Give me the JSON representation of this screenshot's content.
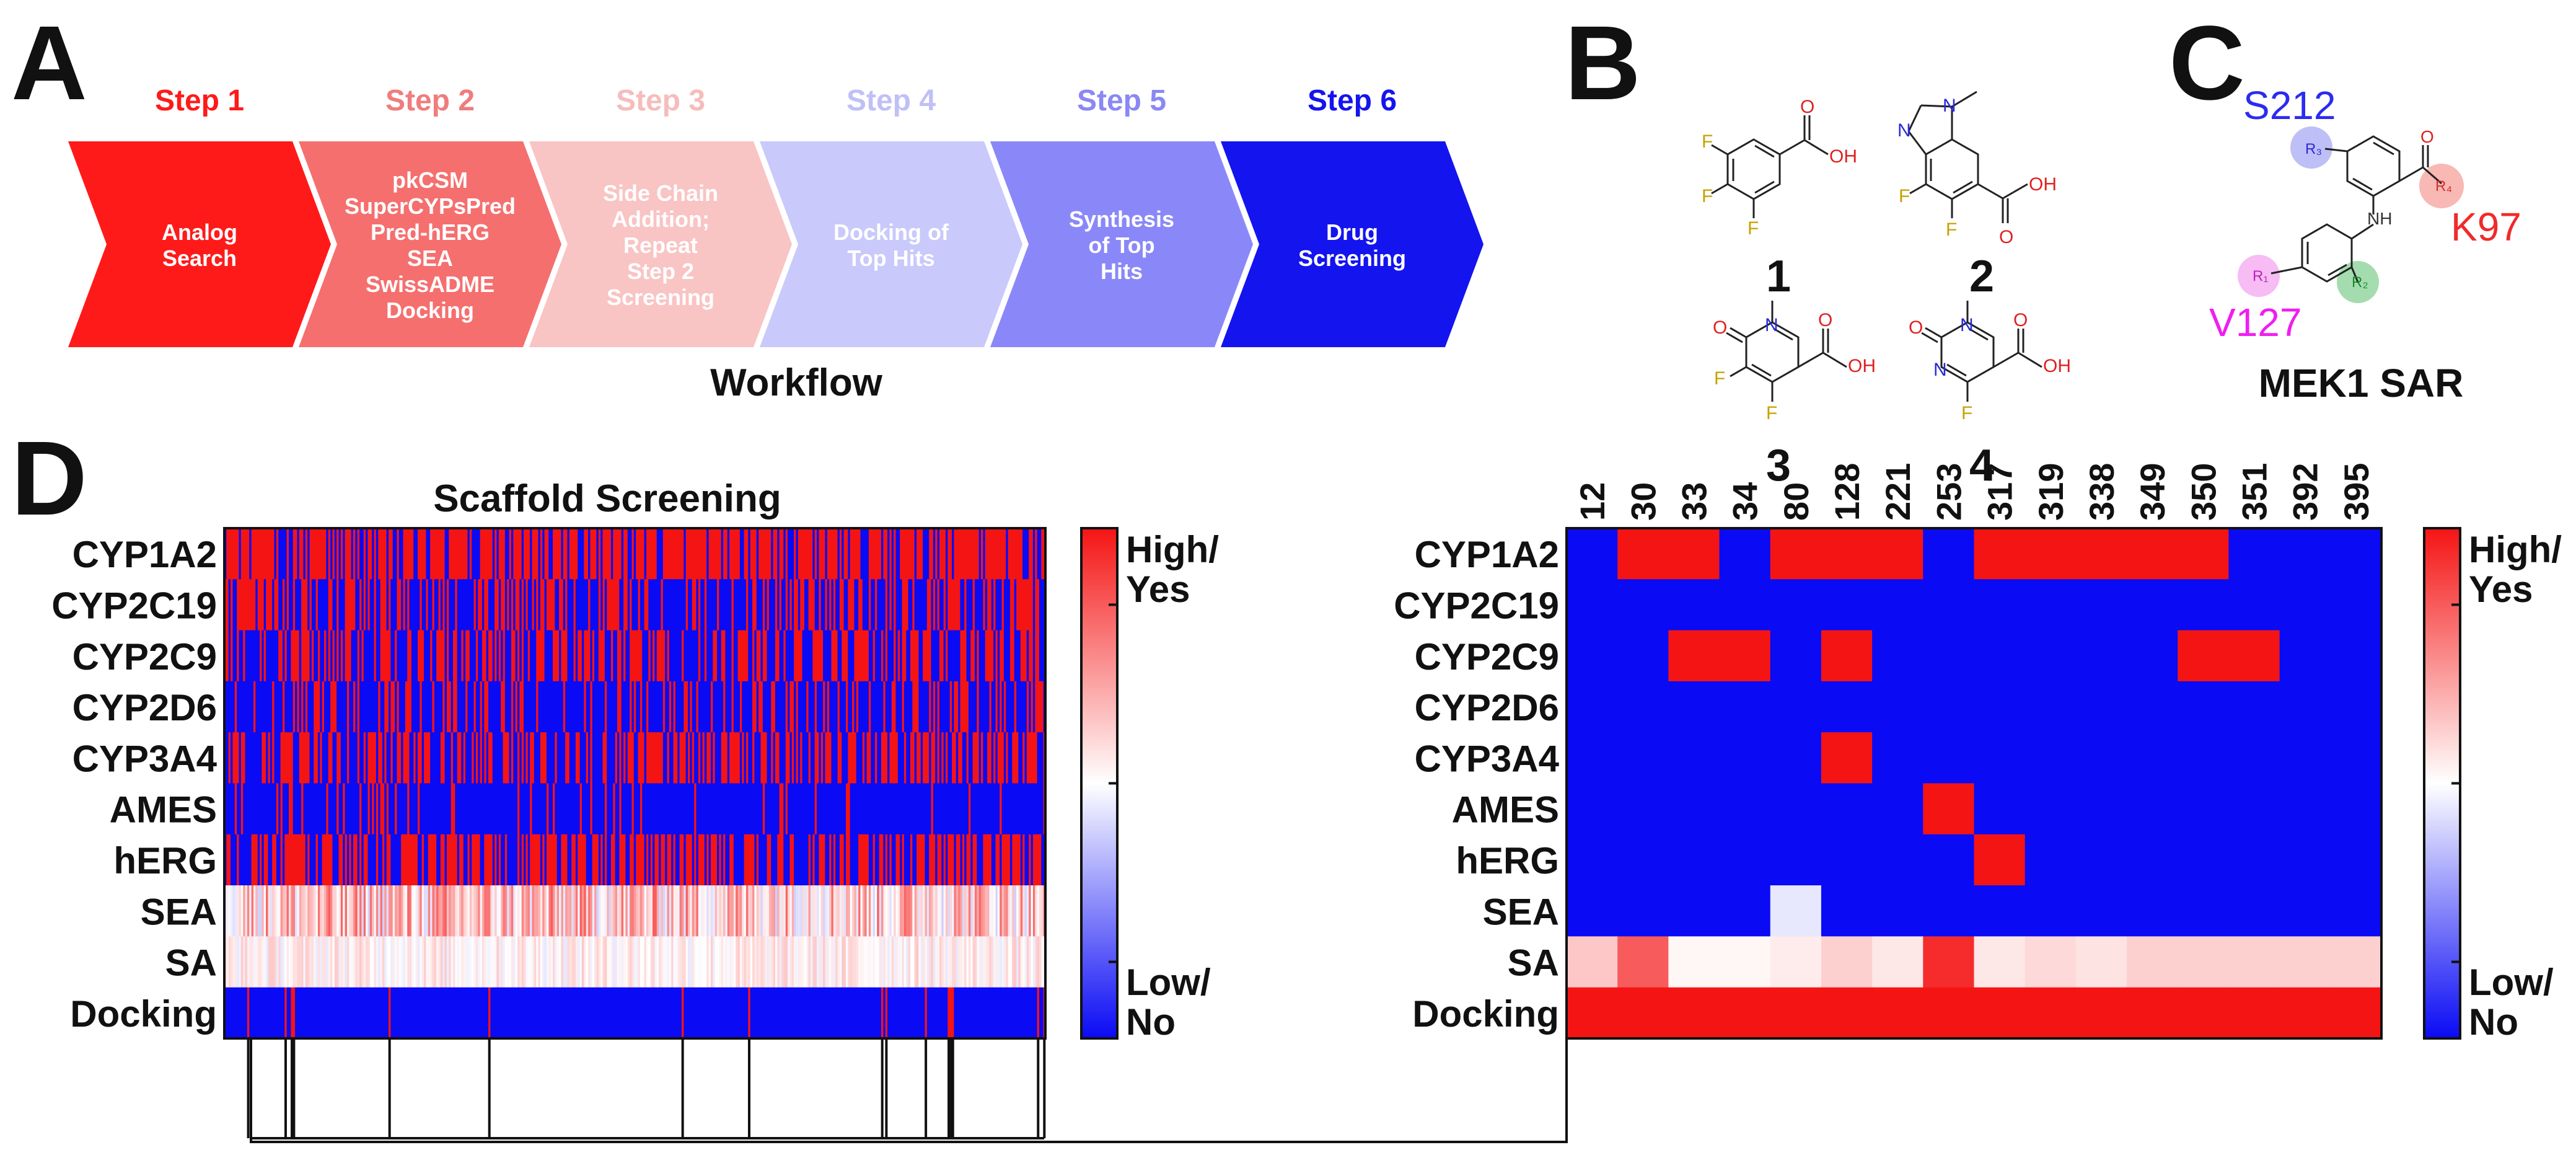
{
  "panel_labels": {
    "a": "A",
    "b": "B",
    "c": "C",
    "d": "D"
  },
  "workflow": {
    "title": "Workflow",
    "steps": [
      {
        "label": "Step 1",
        "color": "#ff1a1a",
        "text_color": "#ff1a1a",
        "lines": [
          "Analog",
          "Search"
        ]
      },
      {
        "label": "Step 2",
        "color": "#f56f6f",
        "text_color": "#f07c7c",
        "lines": [
          "pkCSM",
          "SuperCYPsPred",
          "Pred-hERG",
          "SEA",
          "SwissADME",
          "Docking"
        ]
      },
      {
        "label": "Step 3",
        "color": "#f9c4c4",
        "text_color": "#f6bcbc",
        "lines": [
          "Side Chain",
          "Addition;",
          "Repeat",
          "Step 2",
          "Screening"
        ]
      },
      {
        "label": "Step 4",
        "color": "#c9c9fb",
        "text_color": "#c0c0f7",
        "lines": [
          "Docking of",
          "Top Hits"
        ]
      },
      {
        "label": "Step 5",
        "color": "#8a88f8",
        "text_color": "#8a88f3",
        "lines": [
          "Synthesis",
          "of Top",
          "Hits"
        ]
      },
      {
        "label": "Step 6",
        "color": "#1414ef",
        "text_color": "#1414ee",
        "lines": [
          "Drug",
          "Screening"
        ]
      }
    ]
  },
  "scaffolds": {
    "labels": [
      "1",
      "2",
      "3",
      "4"
    ],
    "atoms": {
      "F": "F",
      "O": "O",
      "OH": "OH",
      "N": "N"
    }
  },
  "sar": {
    "title": "MEK1 SAR",
    "residues": [
      {
        "name": "S212",
        "color": "#2b2bf0",
        "r_group": "R₃",
        "circle": "#b8b8f6"
      },
      {
        "name": "K97",
        "color": "#f02a2a",
        "r_group": "R₄",
        "circle": "#f7b0ac"
      },
      {
        "name": "V127",
        "color": "#f01ef0",
        "r_group": "R₁",
        "circle": "#f5b5f2"
      },
      {
        "name": "",
        "color": "#1a9a2a",
        "r_group": "R₂",
        "circle": "#9bd8a6"
      }
    ],
    "atoms": {
      "NH": "NH",
      "O": "O"
    }
  },
  "chart_data": [
    {
      "type": "heatmap",
      "title": "Scaffold Screening",
      "rows": [
        "CYP1A2",
        "CYP2C19",
        "CYP2C9",
        "CYP2D6",
        "CYP3A4",
        "AMES",
        "hERG",
        "SEA",
        "SA",
        "Docking"
      ],
      "n_columns": 395,
      "value_range": [
        0,
        1
      ],
      "row_density": {
        "CYP1A2": 0.7,
        "CYP2C19": 0.45,
        "CYP2C9": 0.45,
        "CYP2D6": 0.3,
        "CYP3A4": 0.5,
        "AMES": 0.12,
        "hERG": 0.55
      },
      "sea_range": [
        0.4,
        0.85
      ],
      "sa_range": [
        0.45,
        0.62
      ],
      "docking_hits": [
        12,
        30,
        33,
        34,
        80,
        128,
        221,
        253,
        317,
        319,
        338,
        349,
        350,
        351,
        392,
        395
      ],
      "colorbar": {
        "top_label": [
          "High/",
          "Yes"
        ],
        "bottom_label": [
          "Low/",
          "No"
        ]
      },
      "colormap": {
        "low": "#0a0af5",
        "mid": "#ffffff",
        "high": "#f51414"
      }
    },
    {
      "type": "heatmap",
      "rows": [
        "CYP1A2",
        "CYP2C19",
        "CYP2C9",
        "CYP2D6",
        "CYP3A4",
        "AMES",
        "hERG",
        "SEA",
        "SA",
        "Docking"
      ],
      "columns": [
        "12",
        "30",
        "33",
        "34",
        "80",
        "128",
        "221",
        "253",
        "317",
        "319",
        "338",
        "349",
        "350",
        "351",
        "392",
        "395"
      ],
      "values": [
        [
          0,
          1,
          1,
          0,
          1,
          1,
          1,
          0,
          1,
          1,
          1,
          1,
          1,
          0,
          0,
          0
        ],
        [
          0,
          0,
          0,
          0,
          0,
          0,
          0,
          0,
          0,
          0,
          0,
          0,
          0,
          0,
          0,
          0
        ],
        [
          0,
          0,
          1,
          1,
          0,
          1,
          0,
          0,
          0,
          0,
          0,
          0,
          1,
          1,
          0,
          0
        ],
        [
          0,
          0,
          0,
          0,
          0,
          0,
          0,
          0,
          0,
          0,
          0,
          0,
          0,
          0,
          0,
          0
        ],
        [
          0,
          0,
          0,
          0,
          0,
          1,
          0,
          0,
          0,
          0,
          0,
          0,
          0,
          0,
          0,
          0
        ],
        [
          0,
          0,
          0,
          0,
          0,
          0,
          0,
          1,
          0,
          0,
          0,
          0,
          0,
          0,
          0,
          0
        ],
        [
          0,
          0,
          0,
          0,
          0,
          0,
          0,
          0,
          1,
          0,
          0,
          0,
          0,
          0,
          0,
          0
        ],
        [
          0,
          0,
          0,
          0,
          0.45,
          0,
          0,
          0,
          0,
          0,
          0,
          0,
          0,
          0,
          0,
          0
        ],
        [
          0.62,
          0.85,
          0.52,
          0.52,
          0.54,
          0.6,
          0.55,
          0.95,
          0.55,
          0.58,
          0.56,
          0.6,
          0.6,
          0.6,
          0.6,
          0.6
        ],
        [
          1,
          1,
          1,
          1,
          1,
          1,
          1,
          1,
          1,
          1,
          1,
          1,
          1,
          1,
          1,
          1
        ]
      ],
      "value_range": [
        0,
        1
      ],
      "colorbar": {
        "top_label": [
          "High/",
          "Yes"
        ],
        "bottom_label": [
          "Low/",
          "No"
        ]
      },
      "colormap": {
        "low": "#0a0af5",
        "mid": "#ffffff",
        "high": "#f51414"
      }
    }
  ]
}
